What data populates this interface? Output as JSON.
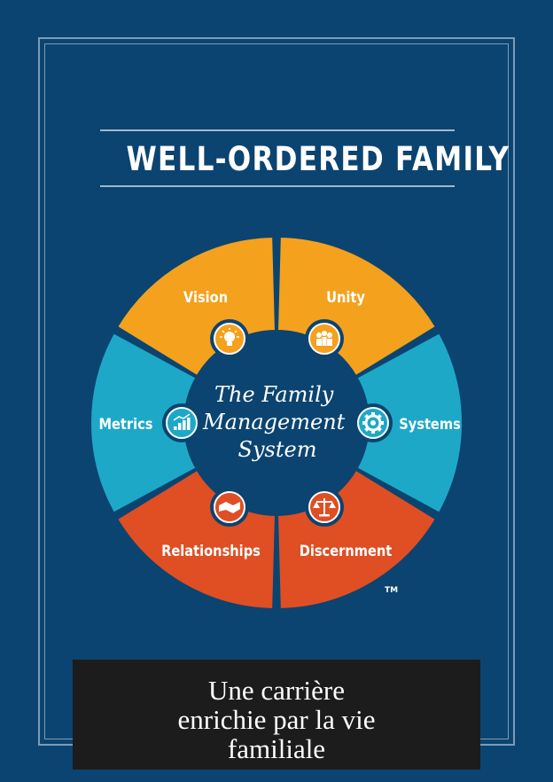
{
  "title": "WELL-ORDERED FAMILY",
  "wheel": {
    "center_lines": [
      "The Family",
      "Management",
      "System"
    ],
    "segments": [
      {
        "label": "Vision",
        "color": "#f4a11d",
        "icon": "lightbulb-icon"
      },
      {
        "label": "Unity",
        "color": "#f4a11d",
        "icon": "people-icon"
      },
      {
        "label": "Systems",
        "color": "#1ea8c8",
        "icon": "gear-icon"
      },
      {
        "label": "Discernment",
        "color": "#e04e24",
        "icon": "scales-icon"
      },
      {
        "label": "Relationships",
        "color": "#e04e24",
        "icon": "handshake-icon"
      },
      {
        "label": "Metrics",
        "color": "#1ea8c8",
        "icon": "bar-chart-icon"
      }
    ],
    "trademark": "TM"
  },
  "caption": {
    "line1": "Une carrière",
    "line2": "enrichie par la vie",
    "line3": "familiale"
  },
  "colors": {
    "background": "#0b4470",
    "orange": "#f4a11d",
    "blue": "#1ea8c8",
    "red": "#e04e24",
    "caption_bg": "#1c1c1c"
  }
}
